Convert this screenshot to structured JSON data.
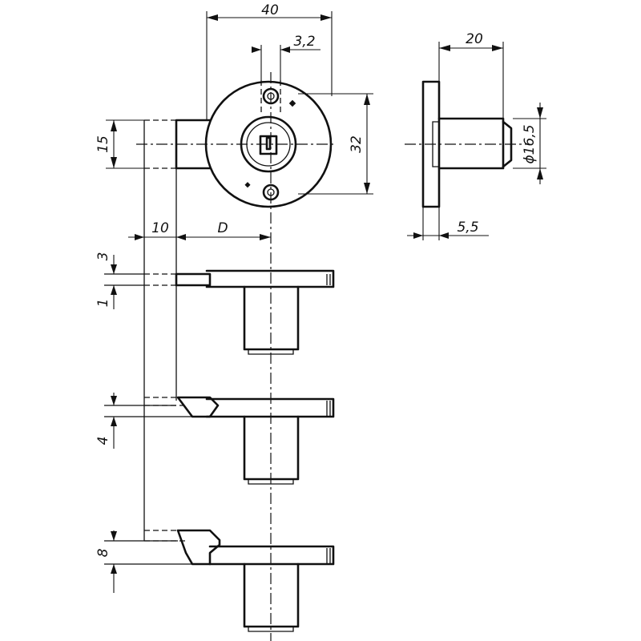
{
  "dimensions": {
    "width_40": "40",
    "slot_3_2": "3,2",
    "height_32": "32",
    "height_15": "15",
    "offset_10": "10",
    "distance_D": "D",
    "depth_20": "20",
    "diameter": "ϕ16,5",
    "flange_5_5": "5,5",
    "gap_3": "3",
    "gap_1": "1",
    "gap_4": "4",
    "gap_8": "8"
  }
}
